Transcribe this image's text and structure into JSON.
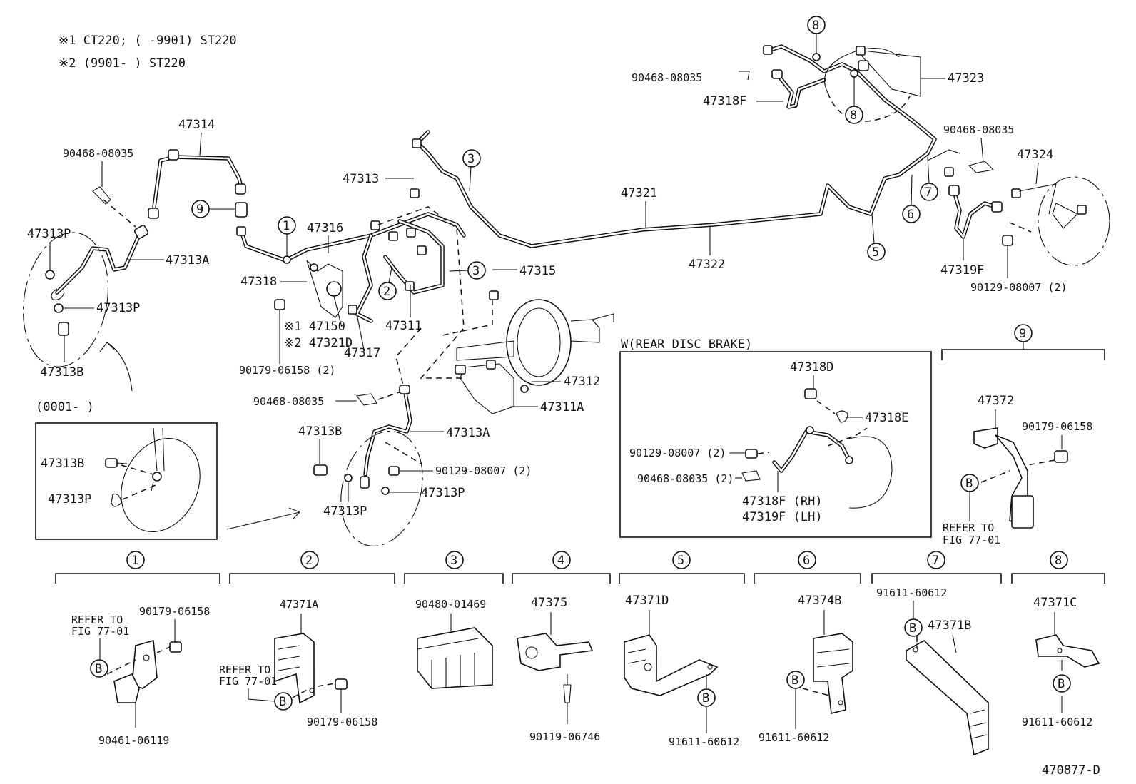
{
  "notes": {
    "note1": "※1 CT220; (      -9901) ST220",
    "note2": "※2 (9901-      ) ST220",
    "prod_range": "(0001-      )"
  },
  "diagram_code": "470877-D",
  "inset_w": {
    "title": "W(REAR DISC BRAKE)"
  },
  "bubbles": [
    "1",
    "2",
    "3",
    "4",
    "5",
    "6",
    "7",
    "8",
    "9"
  ],
  "callouts": {
    "c47314": "47314",
    "c90468_a": "90468-08035",
    "c47313P_a": "47313P",
    "c47313A_a": "47313A",
    "c47313P_b": "47313P",
    "c47313B_a": "47313B",
    "c47316": "47316",
    "c47318": "47318",
    "c47313": "47313",
    "c47315": "47315",
    "c47150": "※1 47150",
    "c47321D": "※2 47321D",
    "c47317": "47317",
    "c47311": "47311",
    "c90179_a": "90179-06158 (2)",
    "c47312": "47312",
    "c47311A": "47311A",
    "c90468_b": "90468-08035",
    "c47313B_b": "47313B",
    "c47313A_b": "47313A",
    "c90129_a": "90129-08007 (2)",
    "c47313P_c": "47313P",
    "c47313P_d": "47313P",
    "c47313B_c": "47313B",
    "c47313P_e": "47313P",
    "c47321": "47321",
    "c47322": "47322",
    "c90468_c": "90468-08035",
    "c47318F": "47318F",
    "c47323": "47323",
    "c90468_d": "90468-08035",
    "c47324": "47324",
    "c47319F": "47319F",
    "c90129_b": "90129-08007 (2)",
    "w47318D": "47318D",
    "w47318E": "47318E",
    "w90129": "90129-08007 (2)",
    "w90468": "90468-08035 (2)",
    "w47318F": "47318F (RH)",
    "w47319F": "47319F (LH)",
    "g9_47372": "47372",
    "g9_90179": "90179-06158",
    "g9_refer1": "REFER TO",
    "g9_refer2": "FIG 77-01"
  },
  "groups": [
    {
      "num": "1",
      "labels": [
        "90179-06158",
        "REFER TO",
        "FIG 77-01",
        "90461-06119"
      ]
    },
    {
      "num": "2",
      "labels": [
        "47371A",
        "REFER TO",
        "FIG 77-01",
        "90179-06158"
      ]
    },
    {
      "num": "3",
      "labels": [
        "90480-01469"
      ]
    },
    {
      "num": "4",
      "labels": [
        "47375",
        "90119-06746"
      ]
    },
    {
      "num": "5",
      "labels": [
        "47371D",
        "91611-60612"
      ]
    },
    {
      "num": "6",
      "labels": [
        "47374B",
        "91611-60612"
      ]
    },
    {
      "num": "7",
      "labels": [
        "91611-60612",
        "47371B"
      ]
    },
    {
      "num": "8",
      "labels": [
        "47371C",
        "91611-60612"
      ]
    }
  ],
  "b_marker": "B"
}
